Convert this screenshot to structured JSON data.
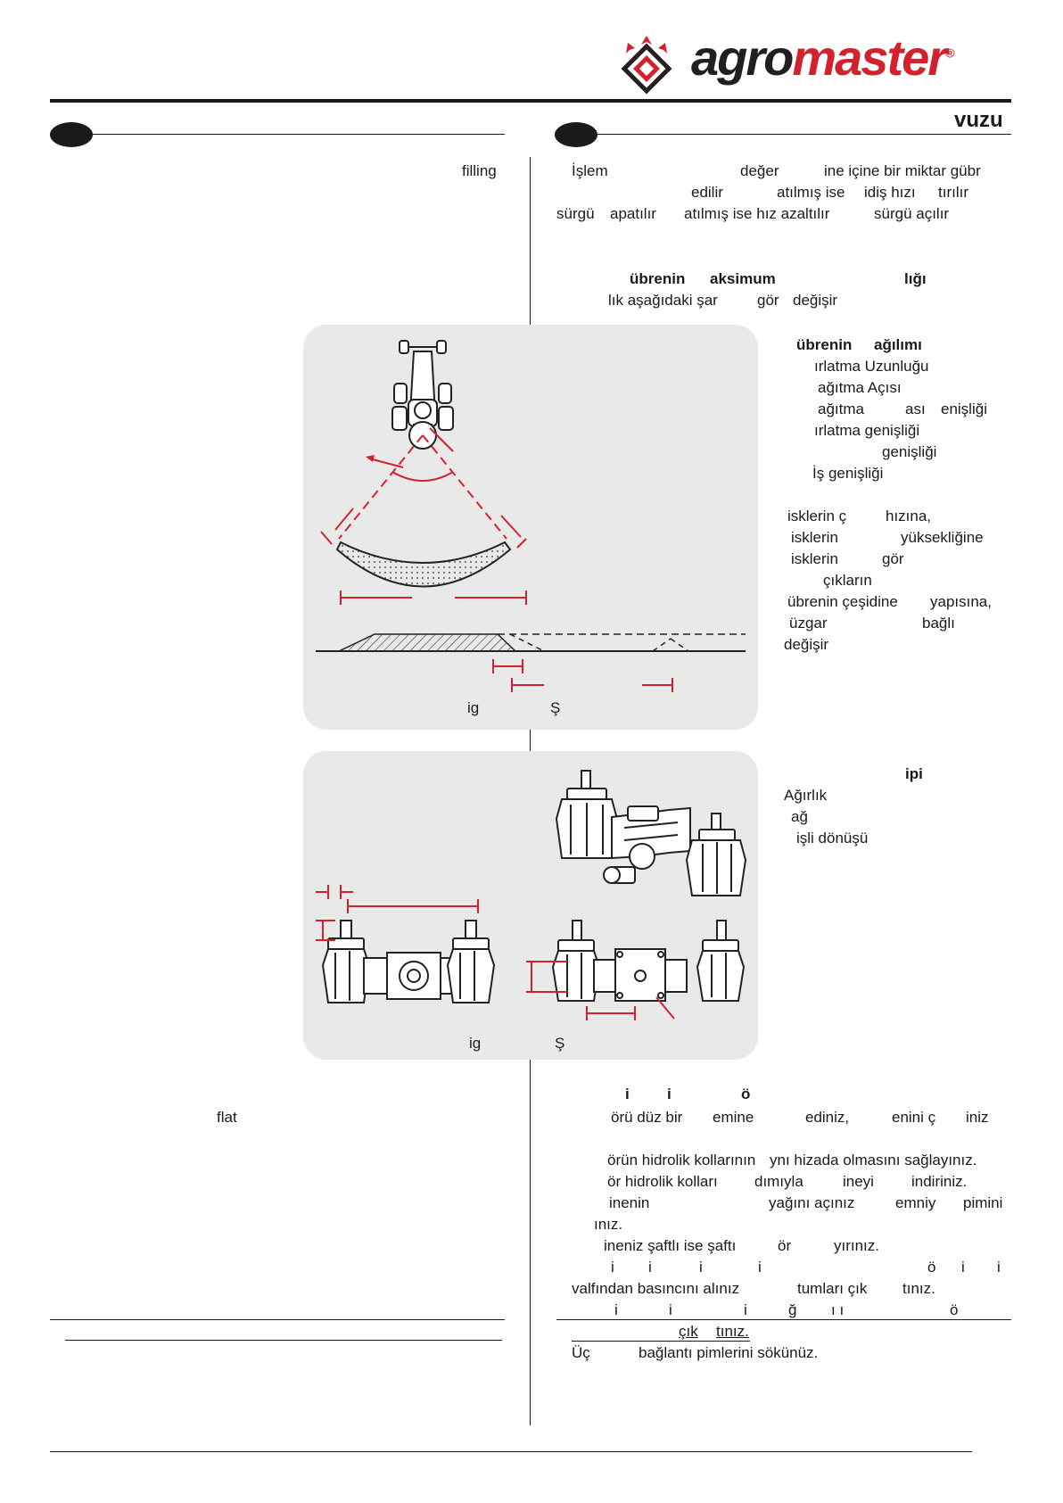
{
  "brand": {
    "logo_word_1": "agro",
    "logo_word_2": "master",
    "logo_reg": "®"
  },
  "header": {
    "right_fragment": "vuzu"
  },
  "left_column": {
    "line_1": "filling",
    "line_2": "flat"
  },
  "right_column": {
    "intro_lines": [
      [
        "İşlem",
        "değer",
        "ine içine bir miktar gübr"
      ],
      [
        "edilir",
        "atılmış ise",
        "idiş hızı",
        "tırılır"
      ],
      [
        "sürgü",
        "apatılır",
        "atılmış ise hız azaltılır",
        "sürgü açılır"
      ]
    ],
    "section_heading": [
      "übrenin",
      "aksimum",
      "lığı"
    ],
    "section_sub": [
      "lık aşağıdaki şar",
      "gör",
      "değişir"
    ],
    "spread_heading": [
      "übrenin",
      "ağılımı"
    ],
    "spread_list": [
      [
        "ırlatma Uzunluğu"
      ],
      [
        "ağıtma Açısı"
      ],
      [
        "ağıtma",
        "ası",
        "enişliği"
      ],
      [
        "ırlatma genişliği"
      ],
      [
        "genişliği"
      ],
      [
        "İş genişliği"
      ]
    ],
    "factors_list": [
      [
        "isklerin ç",
        "hızına,"
      ],
      [
        "isklerin",
        "yüksekliğine"
      ],
      [
        "isklerin",
        "gör"
      ],
      [
        "çıkların"
      ],
      [
        "übrenin çeşidine",
        "yapısına,"
      ],
      [
        "üzgar",
        "bağlı"
      ],
      [
        "değişir"
      ]
    ],
    "gearbox_heading": [
      "ipi"
    ],
    "gearbox_list": [
      [
        "Ağırlık"
      ],
      [
        "ağ"
      ],
      [
        "işli dönüşü"
      ]
    ],
    "install_heading": [
      "i",
      "i",
      "ö"
    ],
    "install_lines": [
      [
        "örü düz bir",
        "emine",
        "ediniz,",
        "enini ç",
        "iniz"
      ],
      [
        "örün hidrolik kollarının",
        "ynı hizada olmasını sağlayınız."
      ],
      [
        "ör hidrolik kolları",
        "dımıyla",
        "ineyi",
        "indiriniz."
      ],
      [
        "inenin",
        "yağını açınız",
        "emniy",
        "pimini"
      ],
      [
        "ınız."
      ],
      [
        "ineniz şaftlı ise şaftı",
        "ör",
        "yırınız."
      ],
      [
        "i",
        "i",
        "i",
        "i",
        "ö",
        "i",
        "i"
      ],
      [
        "valfından basıncını alınız",
        "tumları çık",
        "tınız."
      ],
      [
        "i",
        "i",
        "i",
        "ğ",
        "ı ı",
        "ö"
      ],
      [
        "çık",
        "tınız."
      ],
      [
        "Üç",
        "bağlantı pimlerini sökünüz."
      ]
    ]
  },
  "figures": {
    "fig1_caption": [
      "ig",
      "Ş"
    ],
    "fig2_caption": [
      "ig",
      "Ş"
    ]
  },
  "colors": {
    "accent_red": "#d2222d",
    "panel_gray": "#e9e9ea",
    "ink": "#1a1a1a"
  }
}
